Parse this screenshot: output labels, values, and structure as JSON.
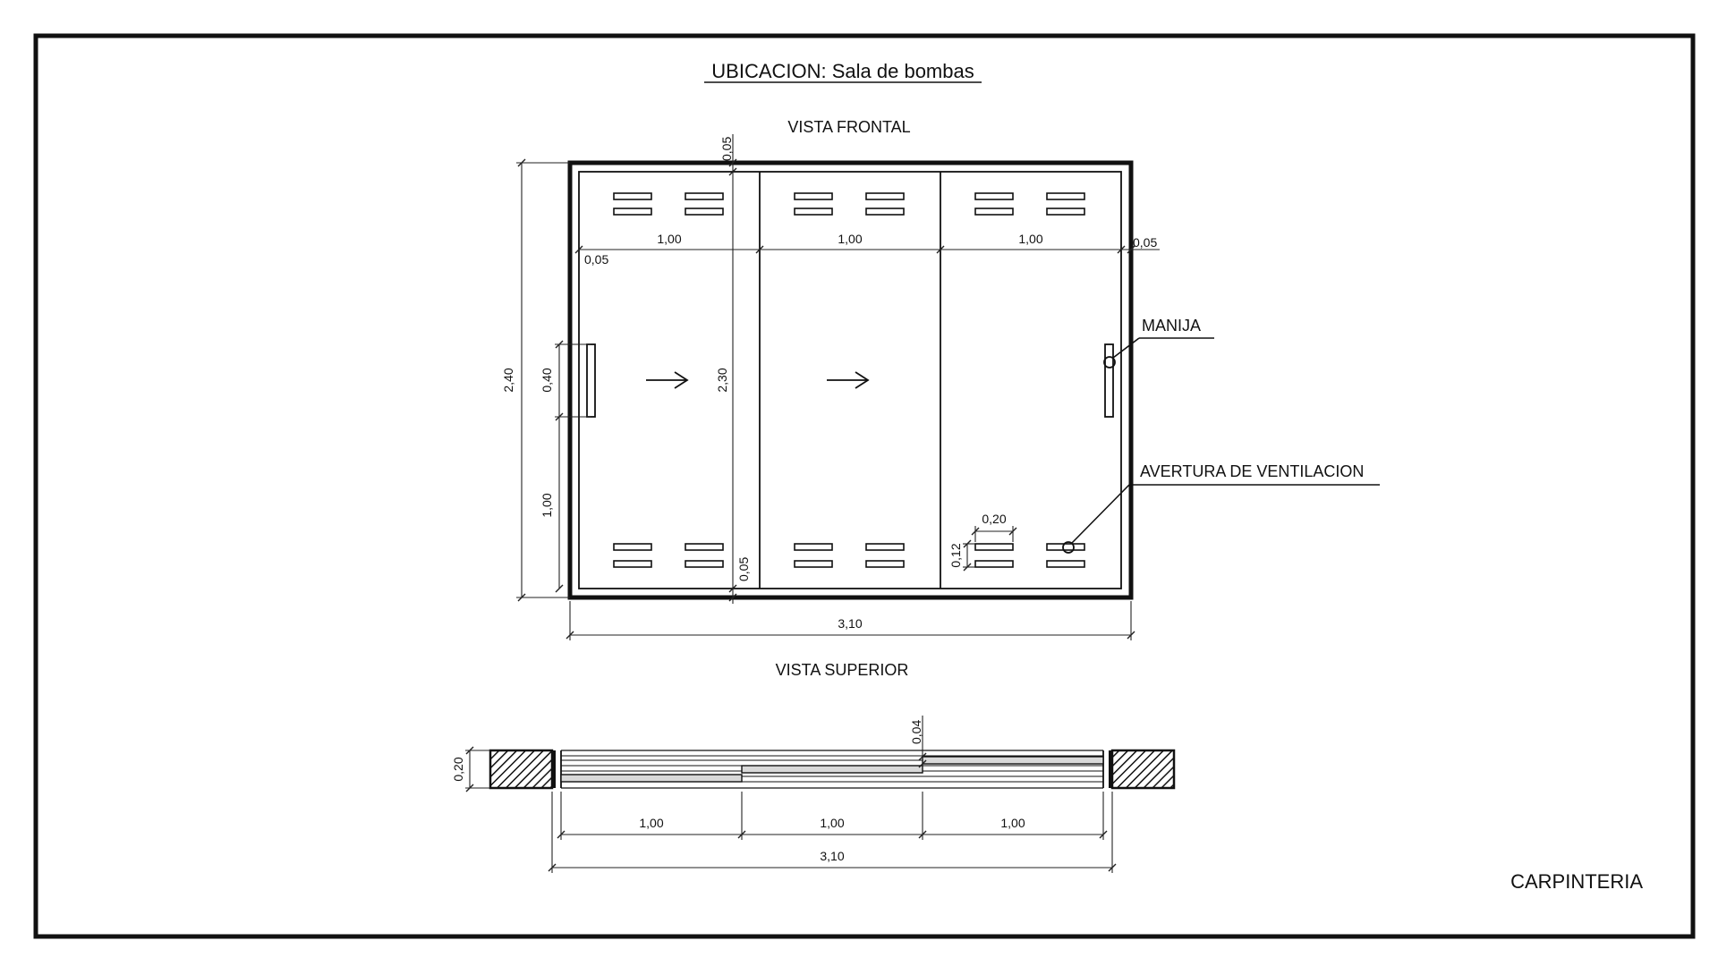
{
  "header": {
    "location": "UBICACION: Sala de bombas"
  },
  "front_view": {
    "title": "VISTA FRONTAL",
    "dims": {
      "frame_top": "0,05",
      "leaf_1": "1,00",
      "leaf_2": "1,00",
      "leaf_3": "1,00",
      "frame_right": "0,05",
      "frame_left": "0,05",
      "total_height": "2,40",
      "handle_height": "0,40",
      "handle_base": "1,00",
      "inner_height": "2,30",
      "frame_bottom": "0,05",
      "vent_width": "0,20",
      "vent_height": "0,12",
      "total_width": "3,10"
    },
    "callouts": {
      "handle": "MANIJA",
      "vent": "AVERTURA DE VENTILACION"
    }
  },
  "top_view": {
    "title": "VISTA SUPERIOR",
    "dims": {
      "wall_depth": "0,20",
      "panel_thickness": "0,04",
      "leaf_1": "1,00",
      "leaf_2": "1,00",
      "leaf_3": "1,00",
      "total_width": "3,10"
    }
  },
  "footer": {
    "sheet_title": "CARPINTERIA"
  }
}
